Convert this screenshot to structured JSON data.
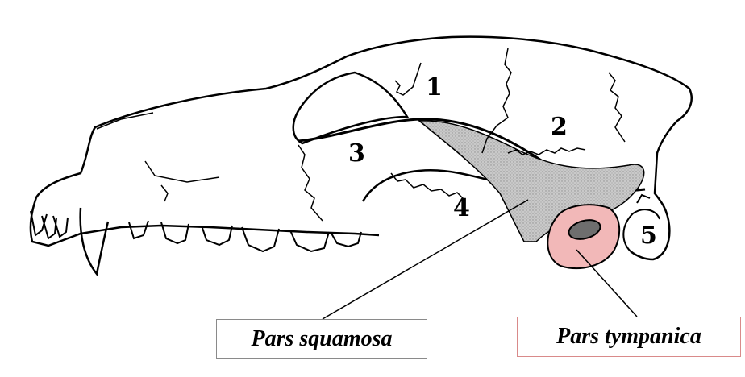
{
  "diagram": {
    "numbers": [
      "1",
      "2",
      "3",
      "4",
      "5"
    ],
    "labels": {
      "squamosa": "Pars squamosa",
      "tympanica": "Pars tympanica"
    }
  },
  "colors": {
    "outline": "#000000",
    "squamosa_fill": "#c4c4c4",
    "tympanica_fill": "#f2b8b8",
    "tympanica_box_border": "#d98a8a",
    "squamosa_box_border": "#8a8a8a"
  }
}
